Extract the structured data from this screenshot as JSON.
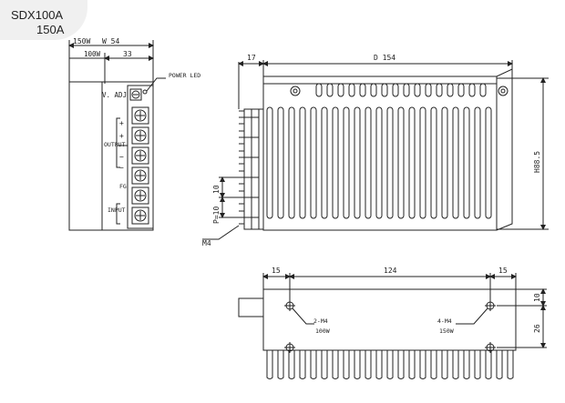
{
  "model": {
    "line1": "SDX100A",
    "line2": "150A"
  },
  "front_view": {
    "dim_150w_width": "150W",
    "dim_w": "W 54",
    "dim_100w_width": "100W",
    "dim_33": "33",
    "power_led": "POWER LED",
    "v_adj": "V. ADJ",
    "output": "OUTPUT",
    "fg": "FG",
    "input": "INPUT",
    "plus": "+",
    "minus": "−"
  },
  "side_view": {
    "dim_17": "17",
    "dim_d": "D 154",
    "dim_h": "H88.5",
    "dim_10": "10",
    "dim_p": "P=10",
    "m4": "M4"
  },
  "bottom_view": {
    "dim_15_left": "15",
    "dim_124": "124",
    "dim_15_right": "15",
    "dim_10": "10",
    "dim_26": "26",
    "note_2m4": "2-M4",
    "note_100w": "100W",
    "note_4m4": "4-M4",
    "note_150w": "150W"
  }
}
